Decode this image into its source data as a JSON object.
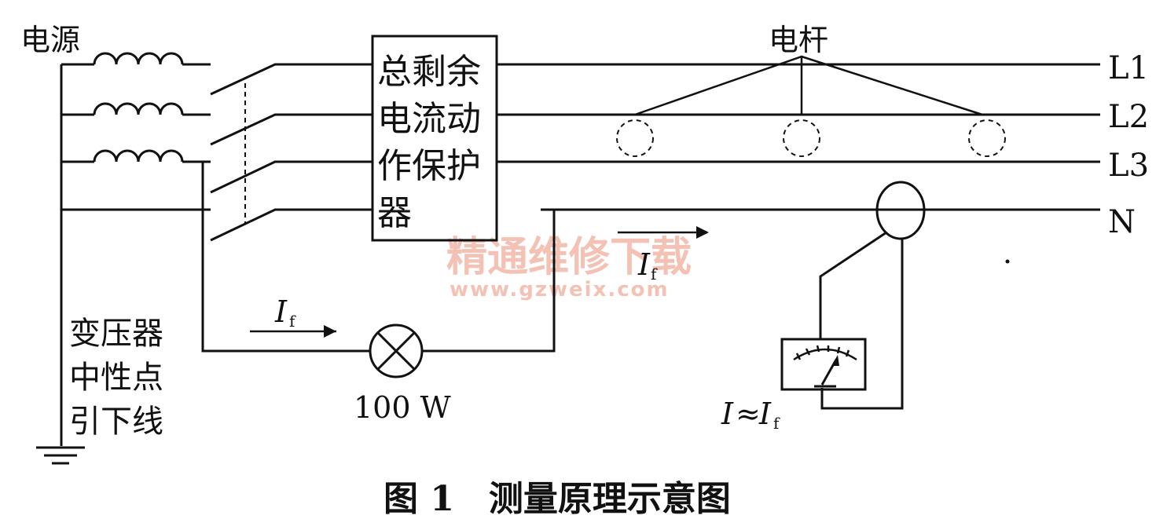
{
  "labels": {
    "source": "电源",
    "pole": "电杆",
    "rcd_line1": "总剩余",
    "rcd_line2": "电流动",
    "rcd_line3": "作保护",
    "rcd_line4": "器",
    "neutral_line1": "变压器",
    "neutral_line2": "中性点",
    "neutral_line3": "引下线",
    "lamp_power": "100 W",
    "meter_reading_i": "I",
    "meter_reading_approx": "≈",
    "meter_reading_if": "I",
    "current_symbol": "I",
    "current_subscript": "f",
    "caption": "图 1　测量原理示意图",
    "watermark_cn": "精通维修下载",
    "watermark_url": "www.gzweix.com"
  },
  "lines": [
    "L1",
    "L2",
    "L3",
    "N"
  ],
  "colors": {
    "ink": "#111111",
    "watermark": "#f2b8a8"
  }
}
